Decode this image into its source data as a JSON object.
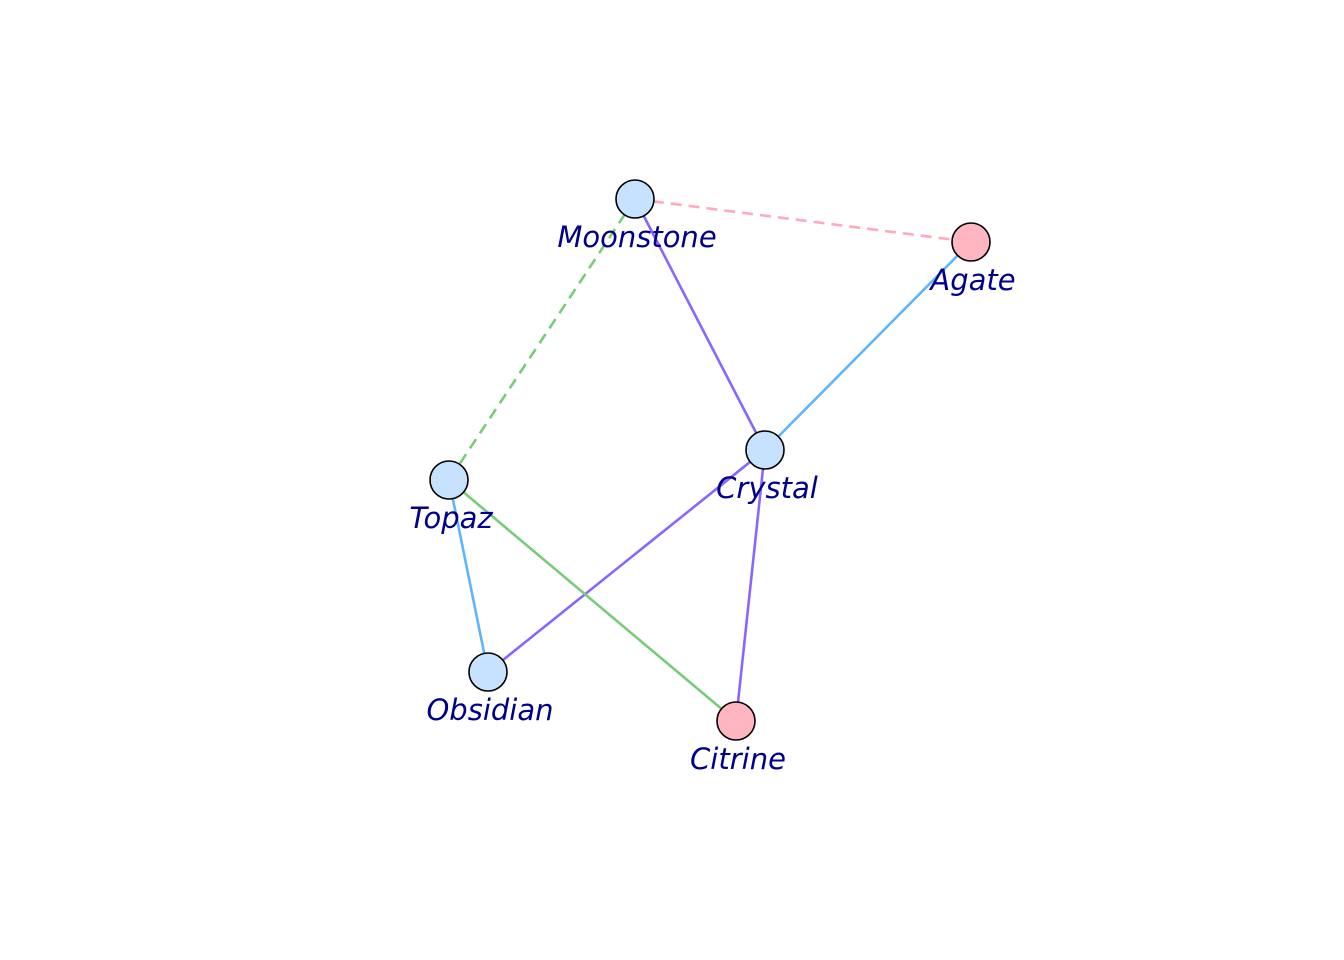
{
  "graph": {
    "nodes": [
      {
        "id": "Moonstone",
        "label": "Moonstone",
        "group": "blue"
      },
      {
        "id": "Agate",
        "label": "Agate",
        "group": "pink"
      },
      {
        "id": "Crystal",
        "label": "Crystal",
        "group": "blue"
      },
      {
        "id": "Topaz",
        "label": "Topaz",
        "group": "blue"
      },
      {
        "id": "Obsidian",
        "label": "Obsidian",
        "group": "blue"
      },
      {
        "id": "Citrine",
        "label": "Citrine",
        "group": "pink"
      }
    ],
    "edges": [
      {
        "source": "Moonstone",
        "target": "Agate",
        "color": "#ffaabb",
        "style": "dashed"
      },
      {
        "source": "Moonstone",
        "target": "Topaz",
        "color": "#77cc77",
        "style": "dashed"
      },
      {
        "source": "Moonstone",
        "target": "Crystal",
        "color": "#8866ff",
        "style": "solid"
      },
      {
        "source": "Agate",
        "target": "Crystal",
        "color": "#5eb5ff",
        "style": "solid"
      },
      {
        "source": "Crystal",
        "target": "Obsidian",
        "color": "#8866ff",
        "style": "solid"
      },
      {
        "source": "Crystal",
        "target": "Citrine",
        "color": "#8866ff",
        "style": "solid"
      },
      {
        "source": "Topaz",
        "target": "Obsidian",
        "color": "#5eb5ff",
        "style": "solid"
      },
      {
        "source": "Topaz",
        "target": "Citrine",
        "color": "#77cc77",
        "style": "solid"
      }
    ],
    "group_colors": {
      "blue": "#c6e2ff",
      "pink": "#ffb6c1"
    },
    "label_color": "#00008b"
  }
}
